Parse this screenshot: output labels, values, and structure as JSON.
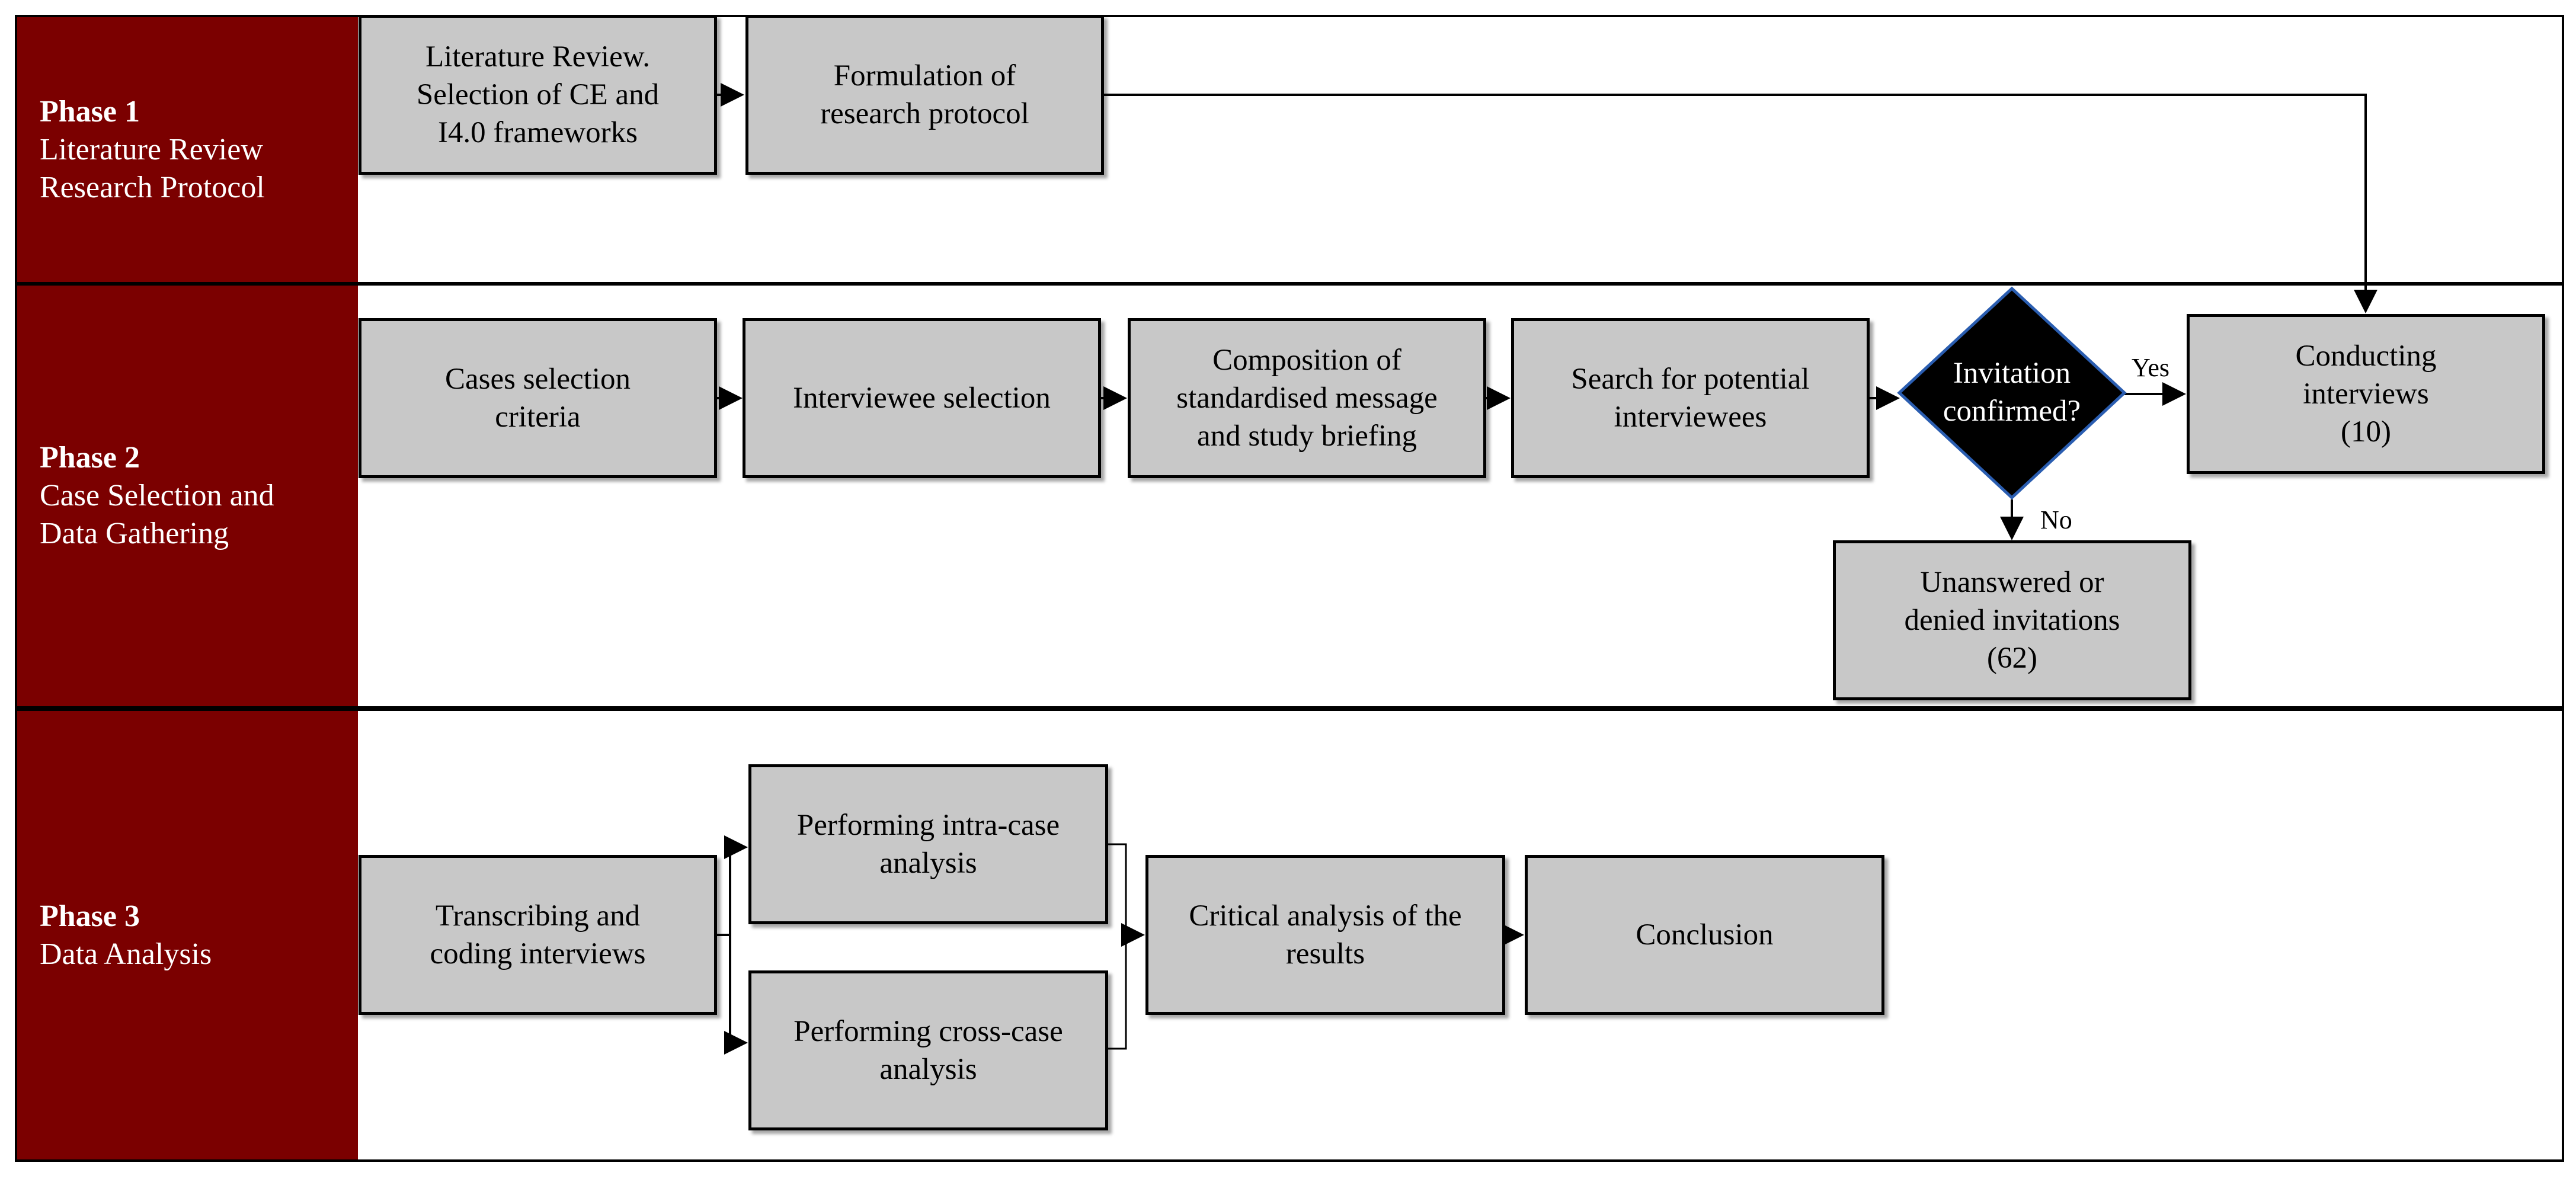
{
  "phases": [
    {
      "title": "Phase 1",
      "desc": "Literature Review\nResearch Protocol"
    },
    {
      "title": "Phase 2",
      "desc": "Case Selection and\nData Gathering"
    },
    {
      "title": "Phase 3",
      "desc": "Data Analysis"
    }
  ],
  "boxes": {
    "lit_review": "Literature Review.\nSelection of CE and\nI4.0 frameworks",
    "formulation": "Formulation of\nresearch protocol",
    "cases_selection": "Cases selection\ncriteria",
    "interviewee_selection": "Interviewee selection",
    "composition": "Composition of\nstandardised message\nand study briefing",
    "search": "Search for potential\ninterviewees",
    "decision": "Invitation\nconfirmed?",
    "conducting": "Conducting\ninterviews\n(10)",
    "unanswered": "Unanswered or\ndenied invitations\n(62)",
    "transcribing": "Transcribing and\ncoding interviews",
    "intra_case": "Performing intra-case\nanalysis",
    "cross_case": "Performing cross-case\nanalysis",
    "critical": "Critical analysis of the\nresults",
    "conclusion": "Conclusion"
  },
  "labels": {
    "yes": "Yes",
    "no": "No"
  },
  "colors": {
    "phase_header": "#7b0000",
    "box_fill": "#c8c8c8",
    "decision_fill": "#000000",
    "decision_border": "#2a5db0"
  }
}
